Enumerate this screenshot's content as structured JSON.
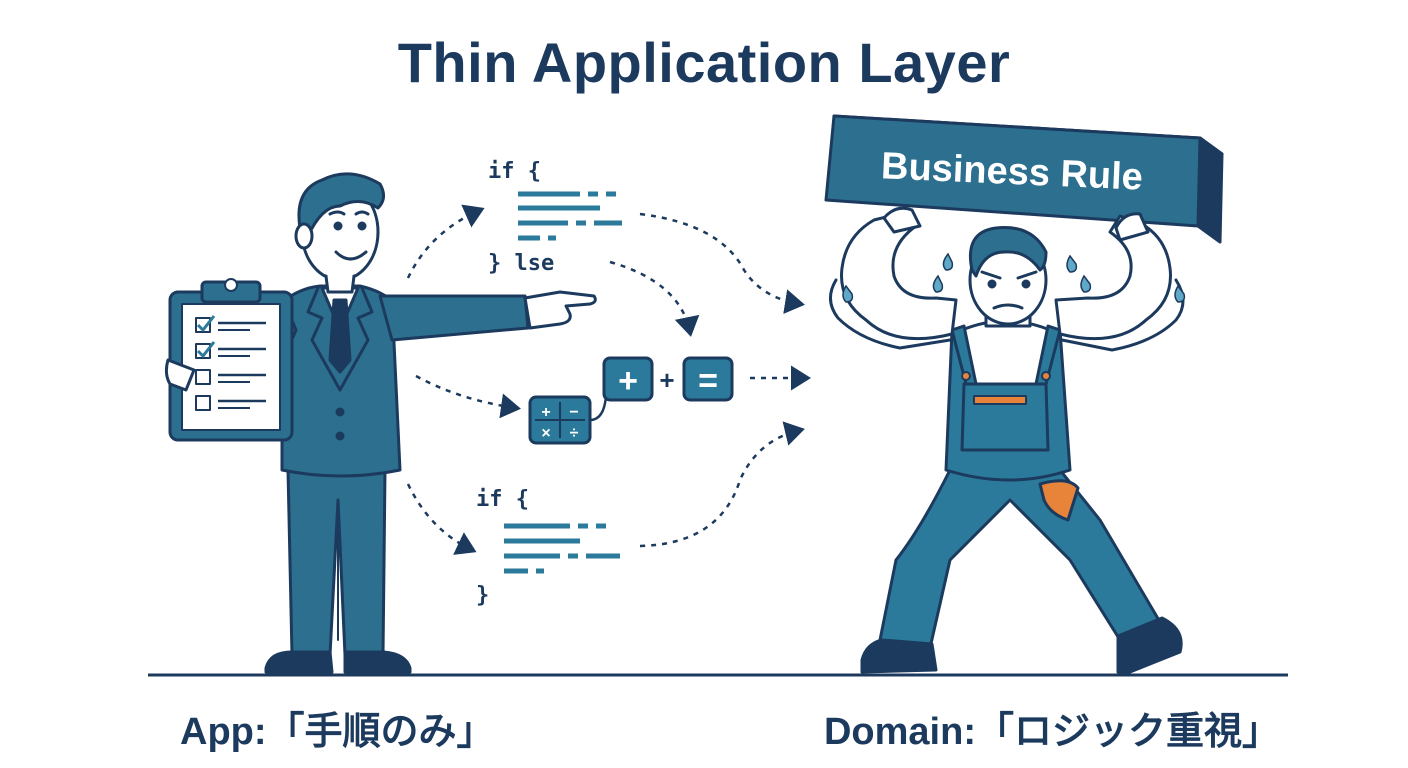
{
  "title": "Thin Application Layer",
  "code_block_top": {
    "open": "if {",
    "close": "} lse"
  },
  "code_block_bottom": {
    "open": "if {",
    "close": "}"
  },
  "operators": {
    "plus_box": "+",
    "plus": "+",
    "equals_box": "="
  },
  "calculator_keys": [
    "+",
    "−",
    "×",
    "÷"
  ],
  "clipboard_items": [
    {
      "checked": true
    },
    {
      "checked": true
    },
    {
      "checked": false
    },
    {
      "checked": false
    }
  ],
  "business_rule_label": "Business Rule",
  "captions": {
    "app": "App:「手順のみ」",
    "domain": "Domain:「ロジック重視」"
  },
  "colors": {
    "navy": "#1c3a5e",
    "teal": "#2b7a9b",
    "suit": "#2d6f8e",
    "orange": "#e8833a",
    "skin": "#ffffff"
  }
}
